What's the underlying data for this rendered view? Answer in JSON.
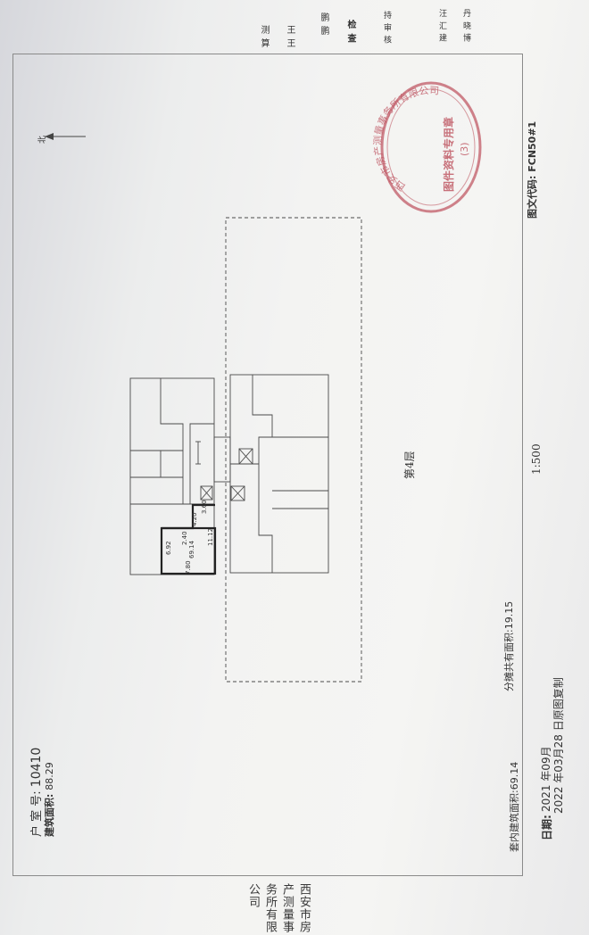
{
  "header": {
    "household_label": "户 室 号:",
    "household_no": "10410",
    "area_label": "建筑面积:",
    "area_value": "88.29"
  },
  "floor_label": "第4层",
  "scale": "1:500",
  "north_label": "北",
  "plan_dims": [
    "6.92",
    "7.80",
    "69.14",
    "11.12",
    "4.20",
    "3.60",
    "2.40"
  ],
  "footer": {
    "inner_area": "套内建筑面积:69.14",
    "shared_area": "分摊共有面积:19.15",
    "date_label": "日期:",
    "date_line1": "2021 年09月",
    "date_line2": "2022 年03月28 日原图复制",
    "drawing_code": "图文代码: FCN50#1"
  },
  "company_name": "西安市房产测量事务所有限公司",
  "side_roles": [
    {
      "role": "测 算",
      "name": "王 王"
    },
    {
      "role": "",
      "name": "鹏 鹏"
    },
    {
      "role": "检 查",
      "name": ""
    },
    {
      "role": "持 审 核",
      "name": ""
    },
    {
      "role": "汪 汇 建",
      "name": "丹 晓 博"
    }
  ],
  "stamp": {
    "outer_text": "西安市房产测量事务所有限公司",
    "inner_text": "图件资料专用章",
    "number": "(3)"
  },
  "colors": {
    "ink": "#333333",
    "stamp": "#c05a66",
    "line": "#4a4a4a"
  }
}
